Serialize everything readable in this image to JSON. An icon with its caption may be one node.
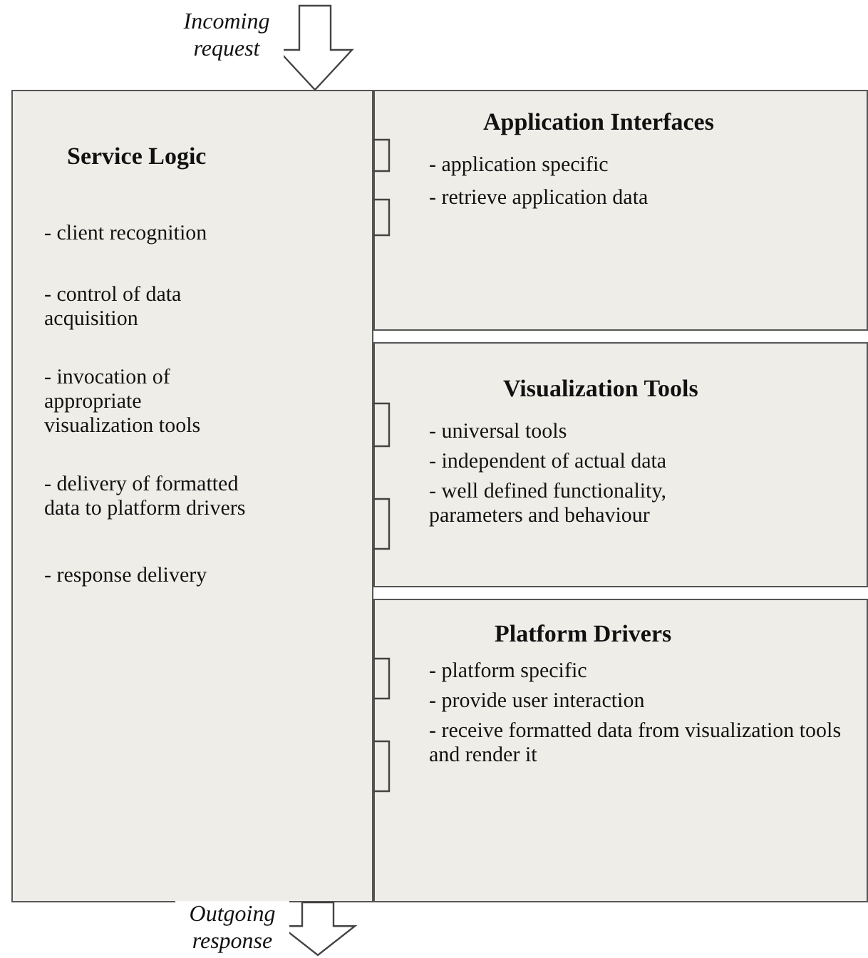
{
  "diagram": {
    "nodes": [
      {
        "text": [
          "Service Logic",
          "- client recognition",
          "- control of data acquisition",
          "- invocation of appropriate visualization tools",
          "- delivery of formatted data to platform drivers",
          "- response delivery"
        ]
      },
      {
        "text": [
          "Application Interfaces",
          "- application specific",
          "- retrieve application data"
        ]
      },
      {
        "text": [
          "Visualization Tools",
          "- universal tools",
          "- independent of actual data",
          "- well defined functionality, parameters and behaviour"
        ]
      },
      {
        "text": [
          "Platform Drivers",
          "- platform specific",
          "- provide user interaction",
          "- receive formatted data from visualization tools and render it"
        ]
      }
    ],
    "edges": [
      {
        "from": null,
        "to": 0,
        "arrow": "to",
        "label": "Incoming request"
      },
      {
        "from": 0,
        "to": null,
        "arrow": "to",
        "label": "Outgoing response"
      },
      {
        "from": 0,
        "to": 1,
        "arrow": "none"
      },
      {
        "from": 0,
        "to": 1,
        "arrow": "none"
      },
      {
        "from": 0,
        "to": 2,
        "arrow": "none"
      },
      {
        "from": 0,
        "to": 2,
        "arrow": "none"
      },
      {
        "from": 0,
        "to": 3,
        "arrow": "none"
      },
      {
        "from": 0,
        "to": 3,
        "arrow": "none"
      }
    ]
  }
}
